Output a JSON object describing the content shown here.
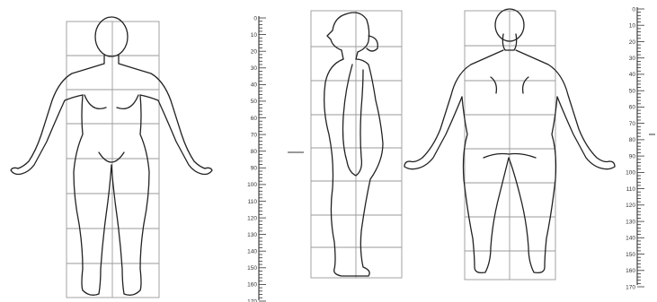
{
  "rulers": [
    {
      "id": "left",
      "labels": [
        "0",
        "10",
        "20",
        "30",
        "40",
        "50",
        "60",
        "70",
        "80",
        "90",
        "100",
        "110",
        "120",
        "130",
        "140",
        "150",
        "160",
        "170"
      ]
    },
    {
      "id": "right",
      "labels": [
        "0",
        "10",
        "20",
        "30",
        "40",
        "50",
        "60",
        "70",
        "80",
        "90",
        "100",
        "110",
        "120",
        "130",
        "140",
        "150",
        "160",
        "170"
      ]
    }
  ],
  "figures": [
    {
      "view": "front"
    },
    {
      "view": "side"
    },
    {
      "view": "back"
    }
  ]
}
